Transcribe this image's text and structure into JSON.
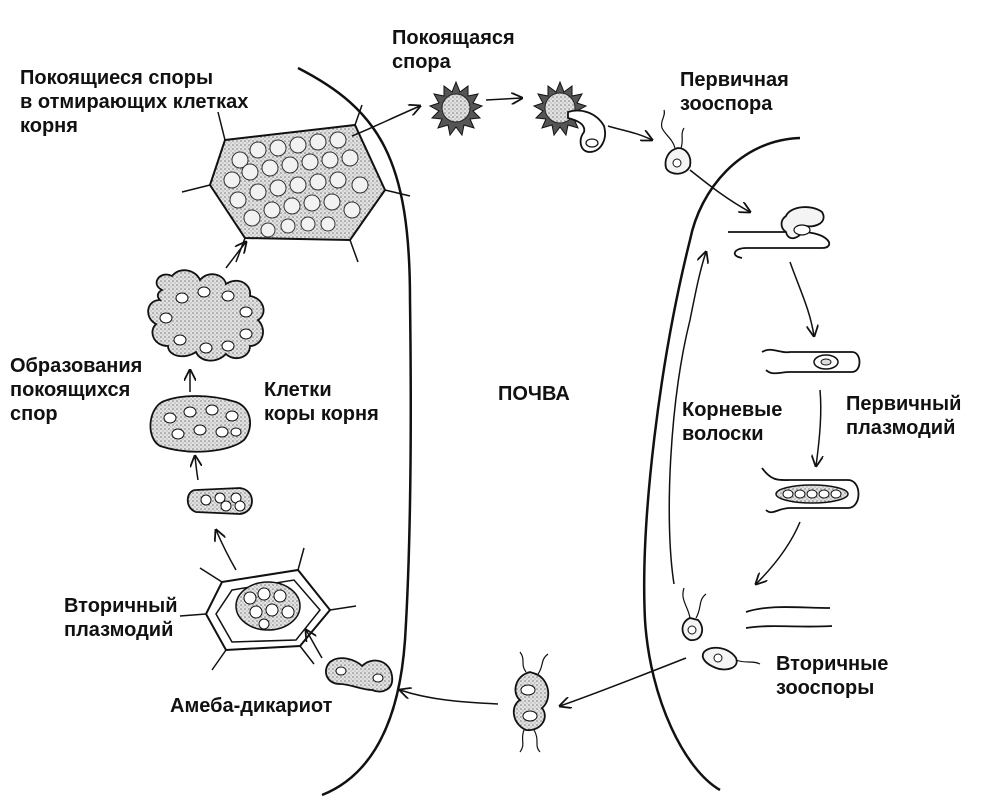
{
  "labels": {
    "resting_spores_in_dying_root_cells": [
      "Покоящиеся споры",
      "в отмирающих клетках",
      "корня"
    ],
    "resting_spore": [
      "Покоящаяся",
      "спора"
    ],
    "primary_zoospore": [
      "Первичная",
      "зооспора"
    ],
    "formation_of_resting_spores": [
      "Образования",
      "покоящихся",
      "спор"
    ],
    "root_cortex_cells": [
      "Клетки",
      "коры корня"
    ],
    "soil": [
      "ПОЧВА"
    ],
    "root_hairs": [
      "Корневые",
      "волоски"
    ],
    "primary_plasmodium": [
      "Первичный",
      "плазмодий"
    ],
    "secondary_plasmodium": [
      "Вторичный",
      "плазмодий"
    ],
    "secondary_zoospores": [
      "Вторичные",
      "зооспоры"
    ],
    "amoeba_dikaryon": [
      "Амеба-дикариот"
    ]
  },
  "colors": {
    "ink": "#111111",
    "cell_fill": "#d9d9d9",
    "cytoplasm_fill": "#c8c8c8",
    "background": "#ffffff"
  }
}
